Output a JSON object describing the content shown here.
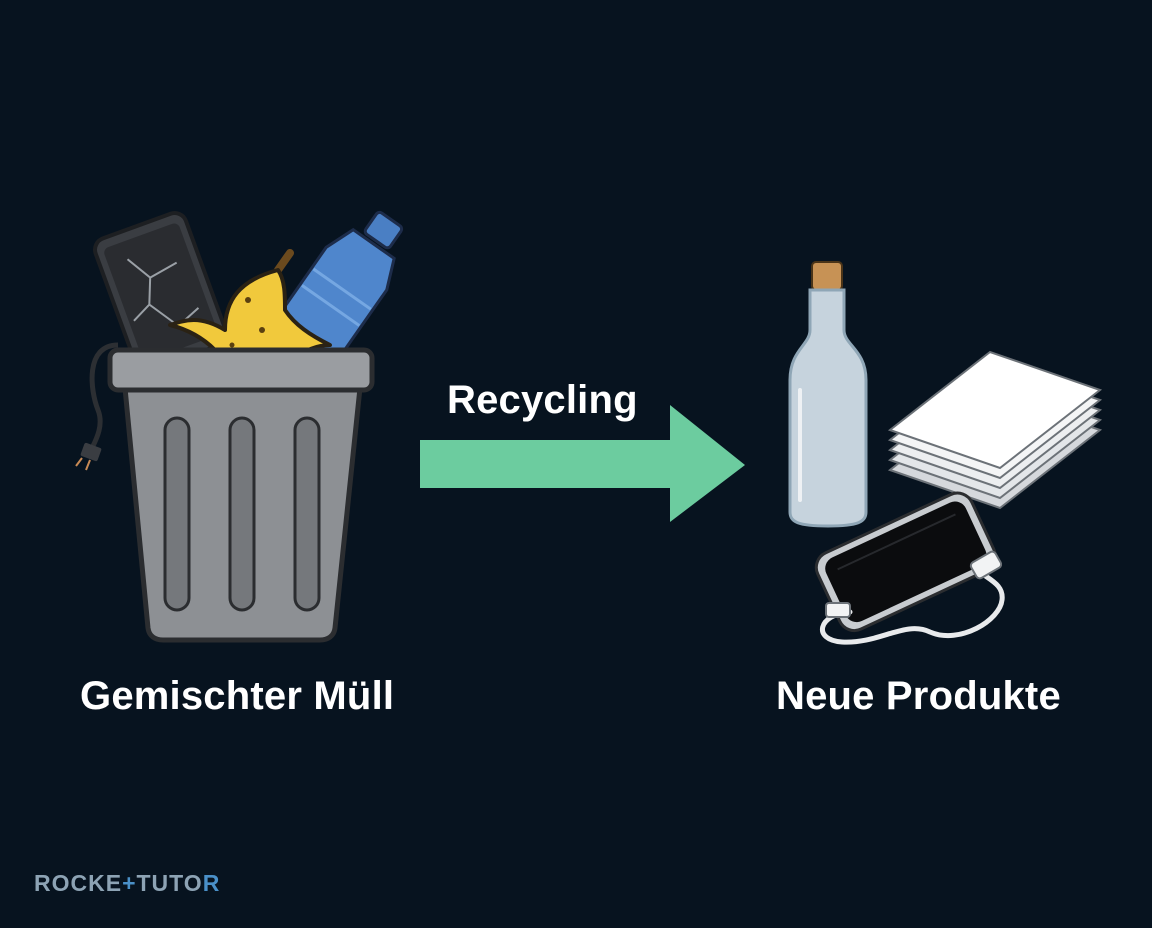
{
  "diagram": {
    "source_label": "Gemischter Müll",
    "process_label": "Recycling",
    "target_label": "Neue Produkte"
  },
  "branding": {
    "logo_left": "ROCKE",
    "logo_mid": "+",
    "logo_right": "TUTO",
    "logo_end": "R"
  },
  "icons": {
    "source": [
      "trash-can-icon",
      "broken-phone-icon",
      "banana-peel-icon",
      "plastic-bottle-icon",
      "cable-icon"
    ],
    "process": "arrow-right-icon",
    "target": [
      "glass-bottle-icon",
      "paper-stack-icon",
      "smartphone-icon",
      "charging-cable-icon"
    ]
  },
  "colors": {
    "background": "#07131f",
    "arrow": "#6ccc9f",
    "text": "#ffffff",
    "logo": "#8da3b4",
    "logo_accent": "#4a90c8"
  }
}
